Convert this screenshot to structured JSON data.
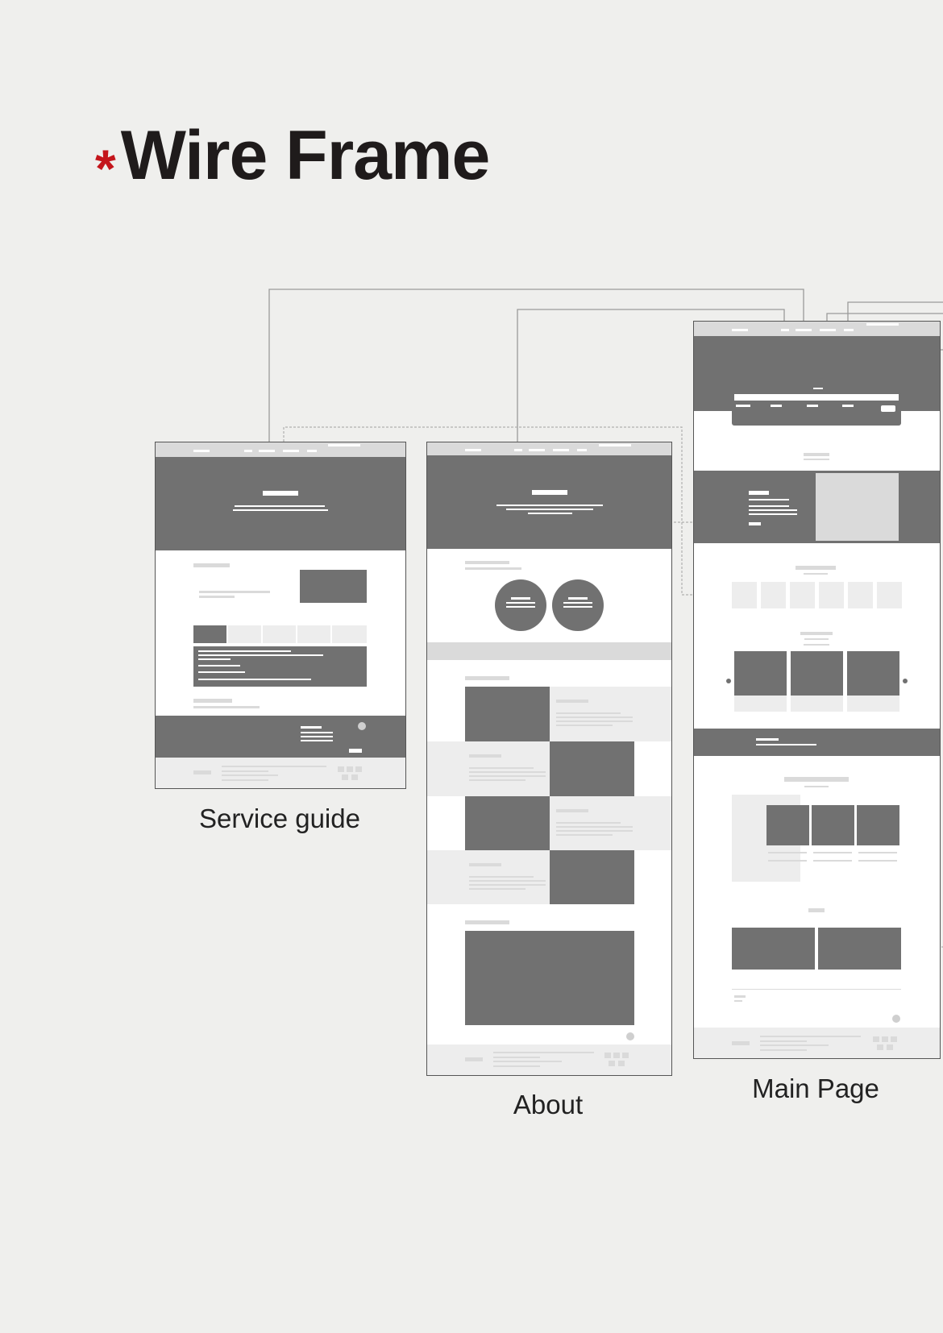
{
  "title": {
    "asterisk": "*",
    "text": "Wire Frame",
    "asterisk_color": "#c4161c"
  },
  "frames": [
    {
      "id": "service-guide",
      "caption": "Service guide"
    },
    {
      "id": "about",
      "caption": "About"
    },
    {
      "id": "main-page",
      "caption": "Main Page"
    }
  ],
  "colors": {
    "background": "#efefed",
    "block_dark": "#717171",
    "block_light": "#dadada",
    "connector": "#9a9a9a"
  }
}
